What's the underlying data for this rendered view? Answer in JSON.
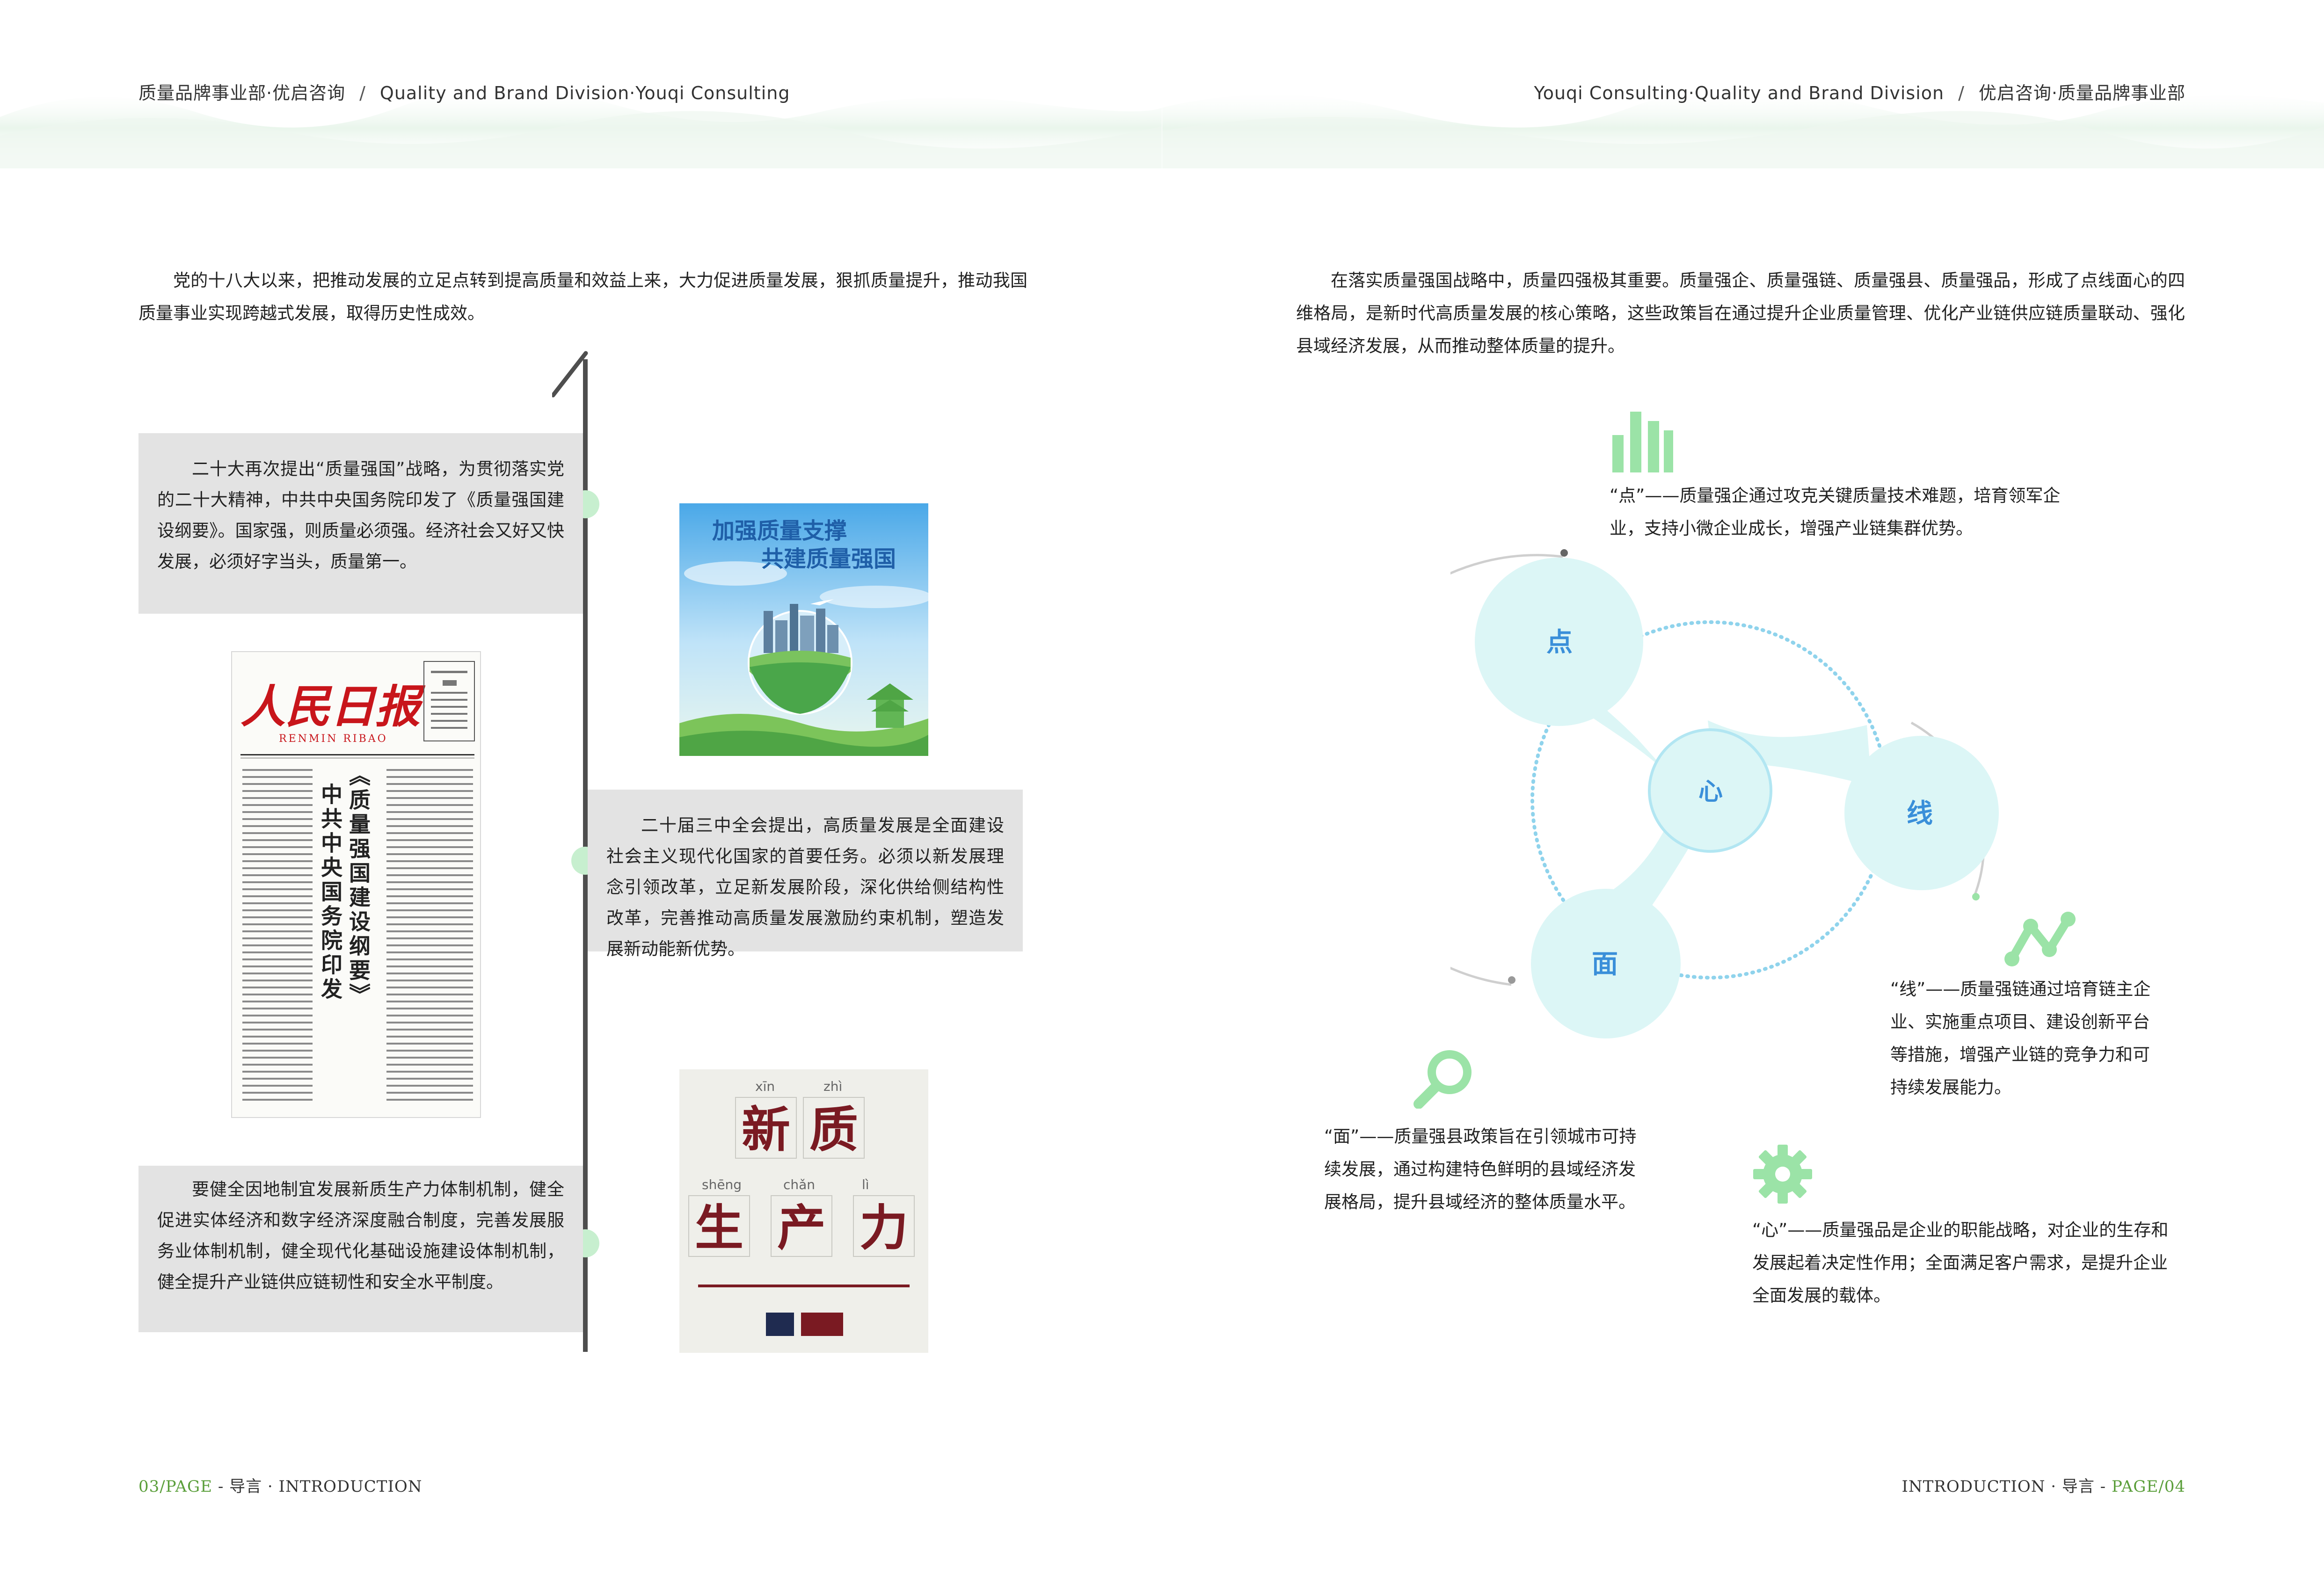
{
  "header": {
    "left_cn": "质量品牌事业部·优启咨询",
    "separator": "/",
    "left_en": "Quality and Brand Division·Youqi Consulting",
    "right_en": "Youqi Consulting·Quality and Brand Division",
    "right_cn": "优启咨询·质量品牌事业部"
  },
  "left_page": {
    "intro": "党的十八大以来，把推动发展的立足点转到提高质量和效益上来，大力促进质量发展，狠抓质量提升，推动我国质量事业实现跨越式发展，取得历史性成效。",
    "box1": "二十大再次提出“质量强国”战略，为贯彻落实党的二十大精神，中共中央国务院印发了《质量强国建设纲要》。国家强，则质量必须强。经济社会又好又快发展，必须好字当头，质量第一。",
    "box2": "二十届三中全会提出，高质量发展是全面建设社会主义现代化国家的首要任务。必须以新发展理念引领改革，立足新发展阶段，深化供给侧结构性改革，完善推动高质量发展激励约束机制，塑造发展新动能新优势。",
    "box3": "要健全因地制宜发展新质生产力体制机制，健全促进实体经济和数字经济深度融合制度，完善发展服务业体制机制，健全现代化基础设施建设体制机制，健全提升产业链供应链韧性和安全水平制度。",
    "poster": {
      "line1": "加强质量支撑",
      "line2": "共建质量强国"
    },
    "newspaper": {
      "masthead": "人民日报",
      "pinyin": "RENMIN RIBAO",
      "headline1": "《质量强国建设纲要》",
      "headline2": "中共中央国务院印发"
    },
    "productivity": {
      "pinyin1": "xīn",
      "pinyin2": "zhì",
      "pinyin3": "shēng",
      "pinyin4": "chǎn",
      "pinyin5": "lì",
      "c1": "新",
      "c2": "质",
      "c3": "生",
      "c4": "产",
      "c5": "力"
    }
  },
  "right_page": {
    "intro": "在落实质量强国战略中，质量四强极其重要。质量强企、质量强链、质量强县、质量强品，形成了点线面心的四维格局，是新时代高质量发展的核心策略，这些政策旨在通过提升企业质量管理、优化产业链供应链质量联动、强化县域经济发展，从而推动整体质量的提升。",
    "diagram": {
      "dian": "点",
      "xin": "心",
      "xian": "线",
      "mian": "面"
    },
    "captions": {
      "dian": "“点”——质量强企通过攻克关键质量技术难题，培育领军企业，支持小微企业成长，增强产业链集群优势。",
      "xian": "“线”——质量强链通过培育链主企业、实施重点项目、建设创新平台等措施，增强产业链的竞争力和可持续发展能力。",
      "mian": "“面”——质量强县政策旨在引领城市可持续发展，通过构建特色鲜明的县域经济发展格局，提升县域经济的整体质量水平。",
      "xin": "“心”——质量强品是企业的职能战略，对企业的生存和发展起着决定性作用；全面满足客户需求，是提升企业全面发展的载体。"
    }
  },
  "footer": {
    "left_num": "03",
    "left_page_word": "/PAGE",
    "left_text": " - 导言 · INTRODUCTION",
    "right_text": "INTRODUCTION · 导言 - ",
    "right_page_word": "PAGE",
    "right_num": "/04"
  },
  "colors": {
    "accent_green": "#9be3a7",
    "node_fill": "#dcf6f6",
    "node_text": "#3a8fd9",
    "box_grey": "#e3e3e3"
  }
}
